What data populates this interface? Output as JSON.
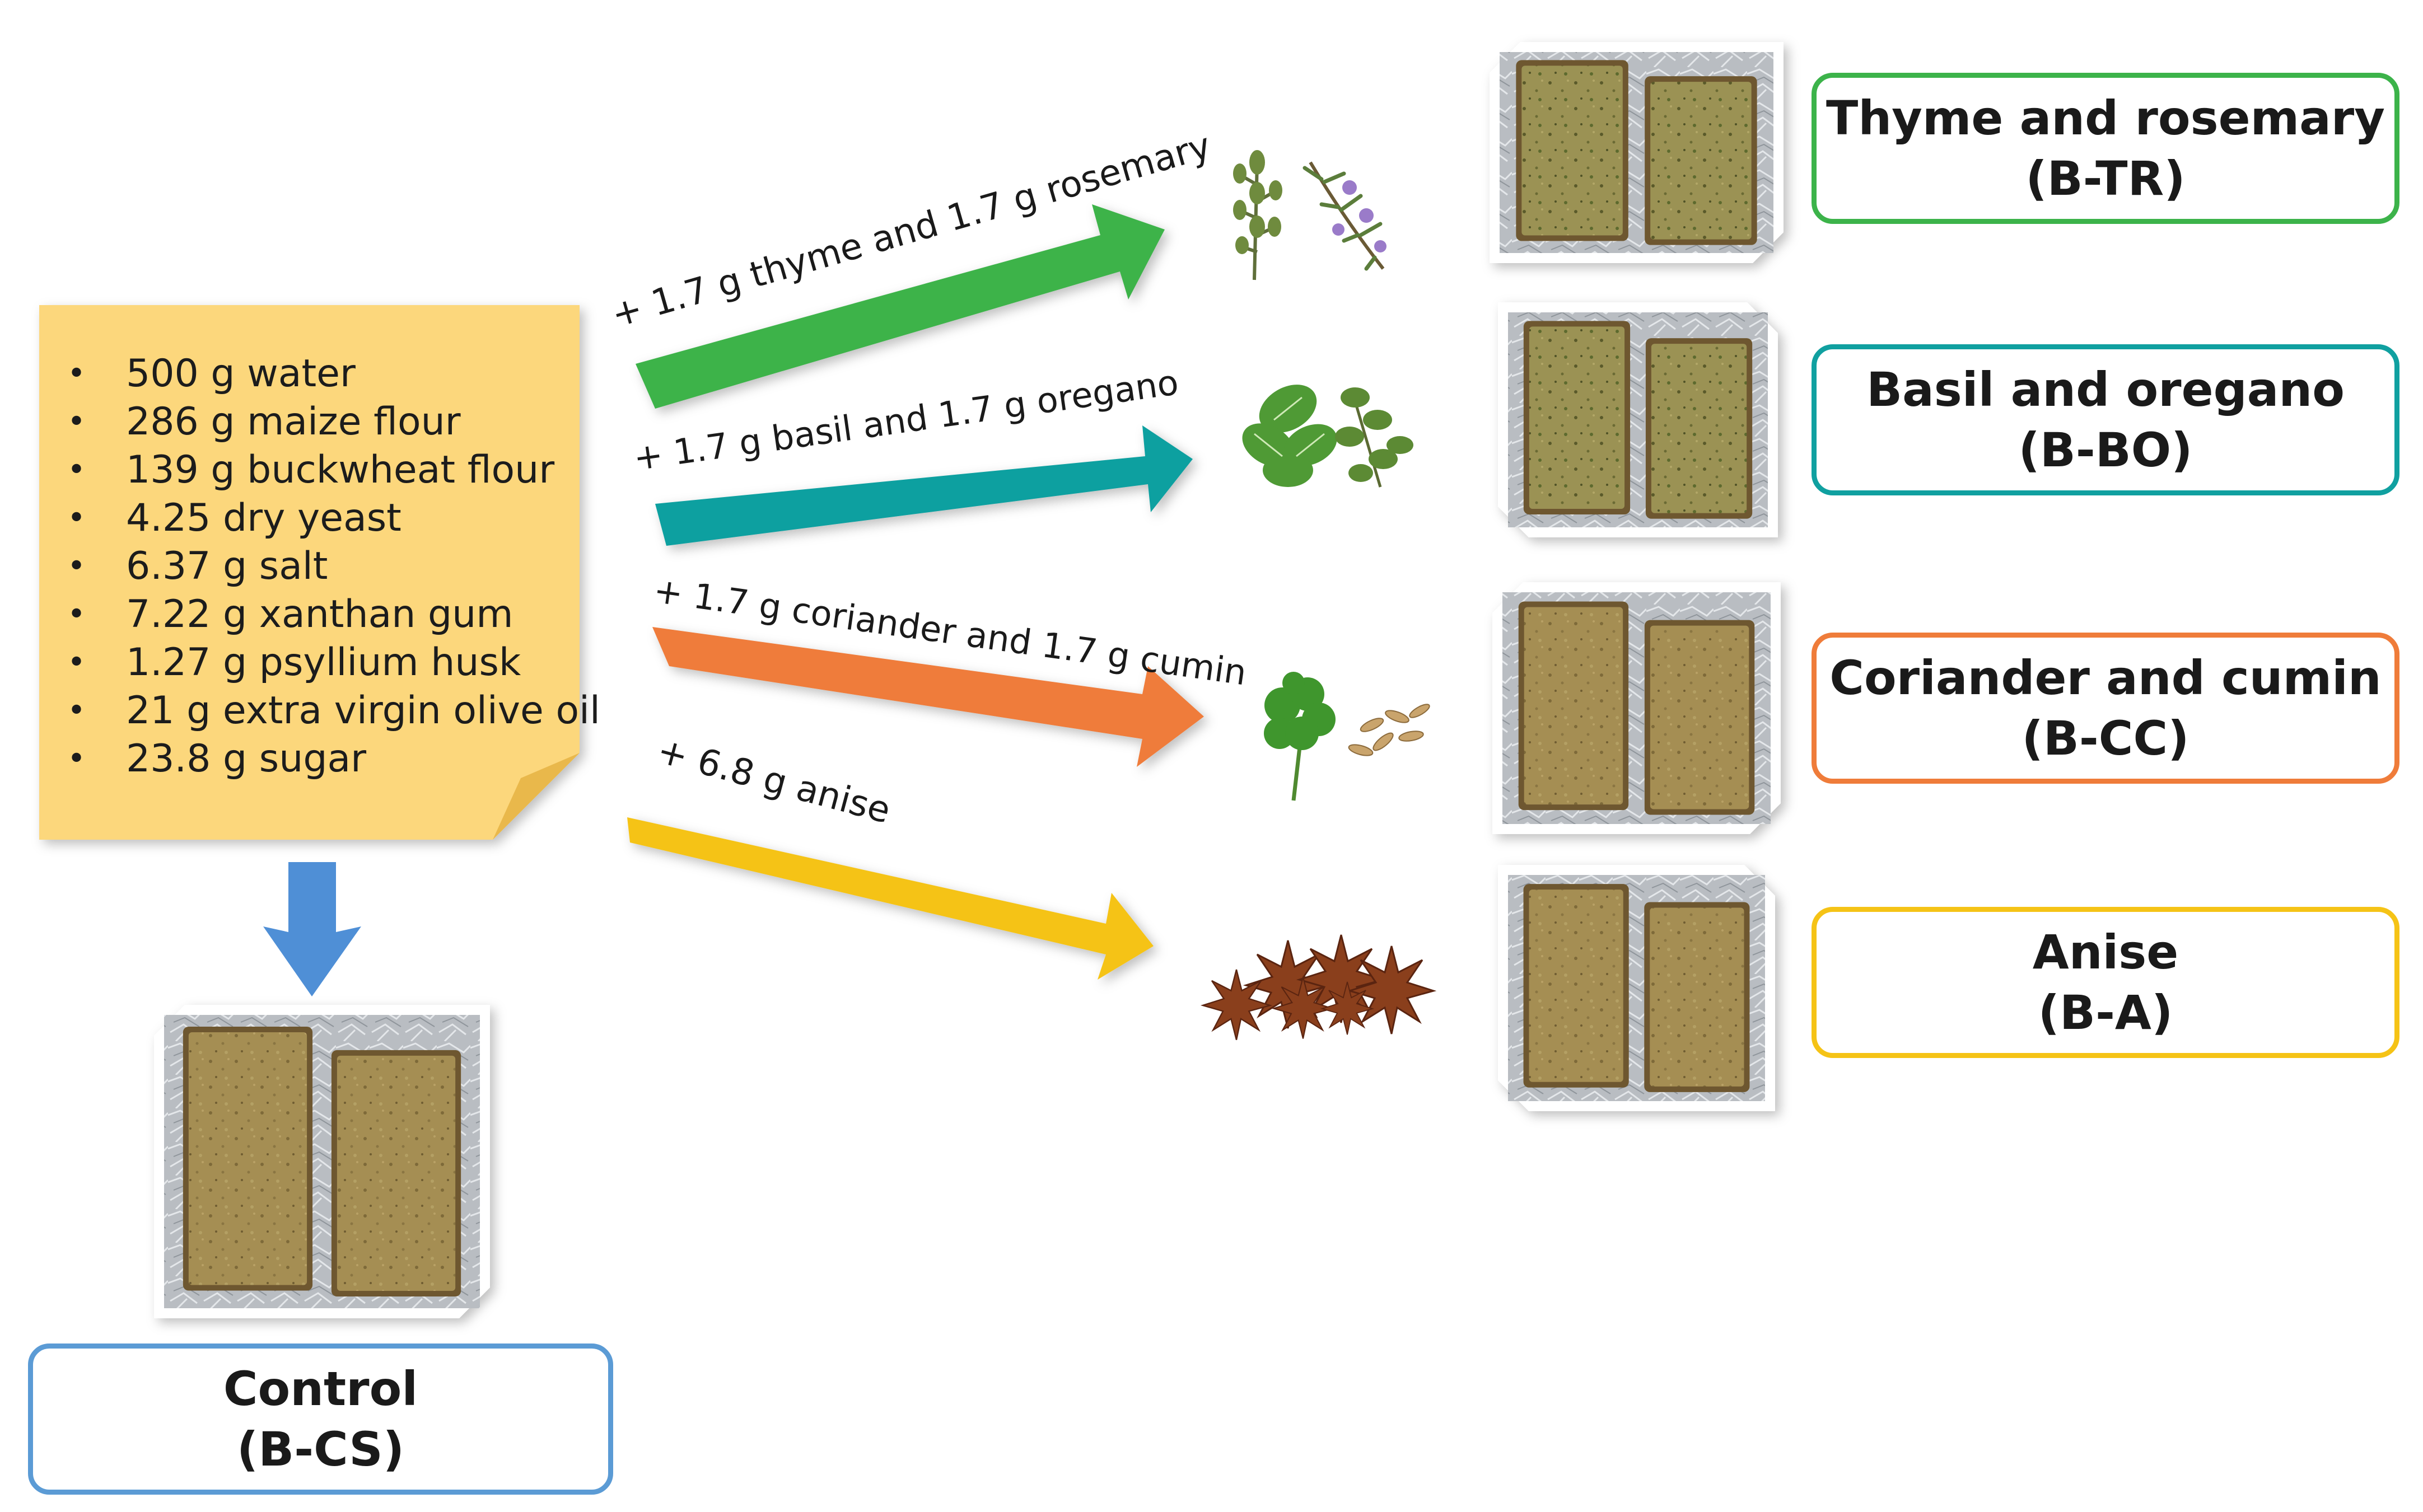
{
  "colors": {
    "note": "#fcd77b",
    "note_fold": "#e9b84b",
    "control": "#5b9bd5",
    "thyme_rosemary": "#3cb34a",
    "basil_oregano": "#10a0a0",
    "coriander_cumin": "#ef7c3a",
    "anise": "#f5c316",
    "down_arrow": "#4f8fd6",
    "bread_crumb": "#a58e53",
    "bread_crust": "#6e5730",
    "foil": "#b9bdc2"
  },
  "ingredients": [
    "500 g water",
    "286 g maize flour",
    "139 g buckwheat flour",
    "4.25 dry yeast",
    "6.37 g salt",
    "7.22 g xanthan gum",
    "1.27 g psyllium husk",
    "21 g extra virgin olive oil",
    "23.8 g sugar"
  ],
  "control": {
    "name": "Control",
    "code": "(B-CS)"
  },
  "variants": [
    {
      "addition": "+ 1.7 g thyme and 1.7 g rosemary",
      "name": "Thyme and rosemary",
      "code": "(B-TR)",
      "spice_icon": "thyme-rosemary-icon"
    },
    {
      "addition": "+ 1.7 g basil and 1.7 g oregano",
      "name": "Basil and oregano",
      "code": "(B-BO)",
      "spice_icon": "basil-oregano-icon"
    },
    {
      "addition": "+ 1.7 g coriander and 1.7 g cumin",
      "name": "Coriander and cumin",
      "code": "(B-CC)",
      "spice_icon": "coriander-cumin-icon"
    },
    {
      "addition": "+ 6.8 g anise",
      "name": "Anise",
      "code": "(B-A)",
      "spice_icon": "star-anise-icon"
    }
  ]
}
